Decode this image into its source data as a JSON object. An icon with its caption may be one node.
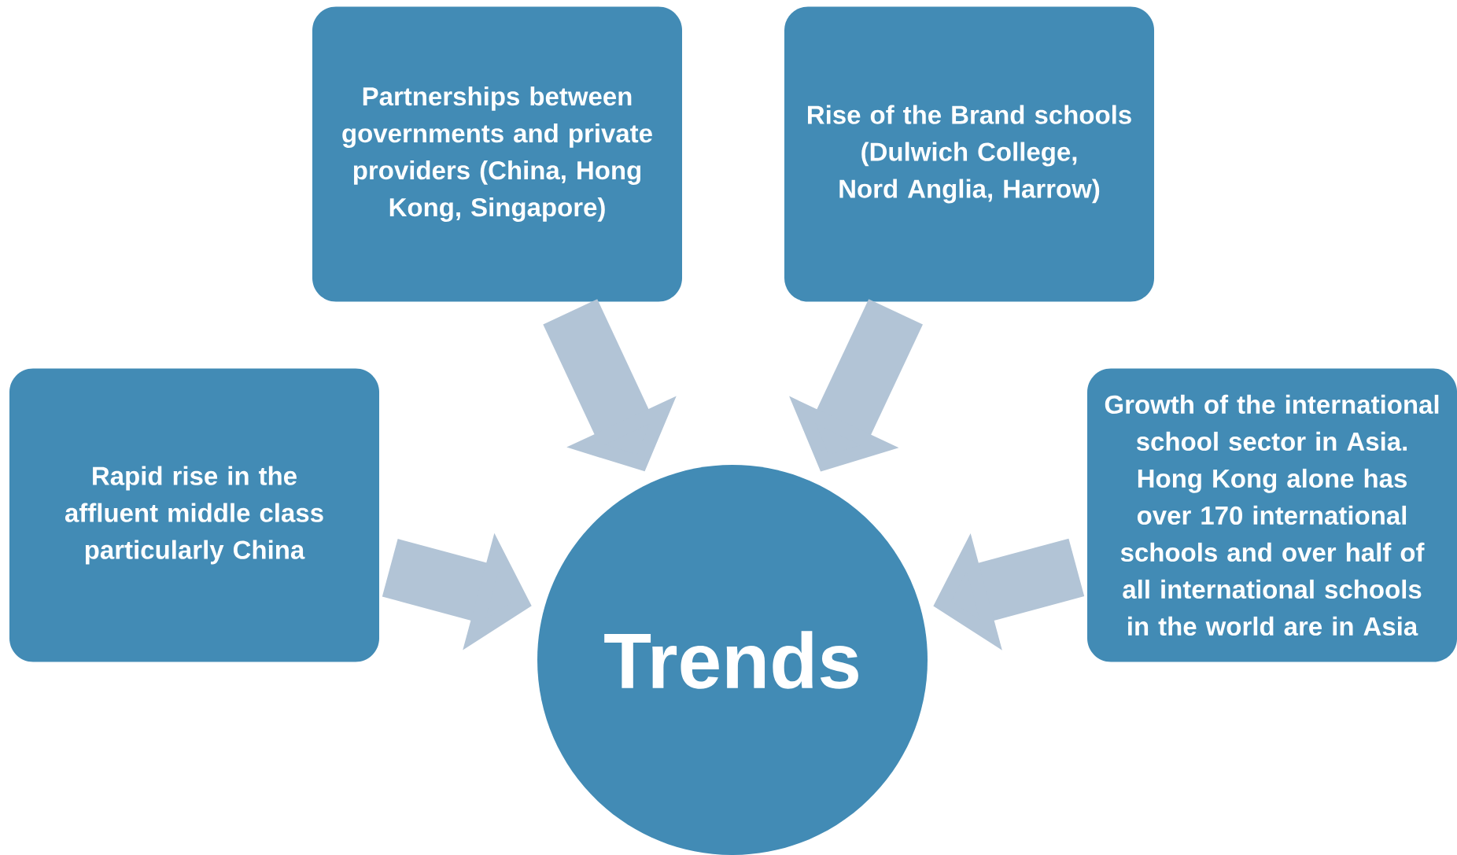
{
  "diagram": {
    "nodes": [
      {
        "text": [
          "Partnerships between governments and private providers (China, Hong Kong, Singapore)"
        ]
      },
      {
        "text": [
          "Rise of the Brand schools (Dulwich College, Nord Anglia, Harrow)"
        ]
      },
      {
        "text": [
          "Rapid rise in the affluent middle class particularly China"
        ]
      },
      {
        "text": [
          "Growth of the international school sector in Asia. Hong Kong alone has over 170 international schools and over half of all international schools in the world are in Asia"
        ]
      },
      {
        "text": [
          "Trends"
        ]
      }
    ],
    "edges": [
      {
        "from": 0,
        "to": 4,
        "arrow": "to"
      },
      {
        "from": 1,
        "to": 4,
        "arrow": "to"
      },
      {
        "from": 2,
        "to": 4,
        "arrow": "to"
      },
      {
        "from": 3,
        "to": 4,
        "arrow": "to"
      }
    ]
  }
}
